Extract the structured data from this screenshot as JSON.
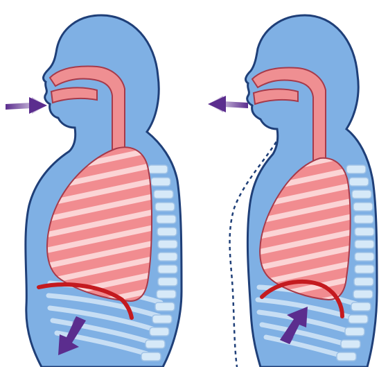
{
  "figure": {
    "panels": [
      {
        "phase": "inhalation",
        "airflow_direction": "into-mouth",
        "diaphragm": "contracted-flattened",
        "diaphragm_motion": "down",
        "lungs": "expanded"
      },
      {
        "phase": "exhalation",
        "airflow_direction": "out-of-mouth",
        "diaphragm": "relaxed-domed",
        "diaphragm_motion": "up",
        "lungs": "deflated",
        "previous_outline": "dotted"
      }
    ],
    "colors": {
      "body": "#7fb0e4",
      "body_outline": "#1f3f78",
      "airway": "#ef8f92",
      "lung": "#f18c90",
      "lung_stripe": "#fbd4d5",
      "ribs": "#cfe4f6",
      "diaphragm": "#c41a1f",
      "arrow": "#5b2d8e"
    }
  }
}
